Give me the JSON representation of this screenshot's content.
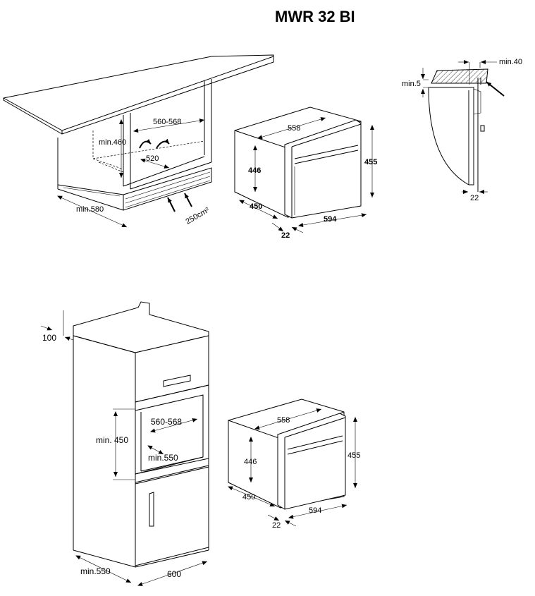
{
  "title": "MWR 32 BI",
  "top_left_install": {
    "cutout_width": "560-568",
    "height_min": "min.460",
    "depth": "520",
    "floor_depth_min": "min.580",
    "ventilation_area": "250cm²"
  },
  "top_oven": {
    "width_depth": "558",
    "inner_height": "446",
    "outer_height": "455",
    "depth": "450",
    "front_width": "594",
    "front_thickness": "22"
  },
  "side_profile": {
    "top_gap": "min.40",
    "side_gap": "min.5",
    "front_thickness": "22"
  },
  "column_install": {
    "top_gap": "100",
    "cutout_width": "560-568",
    "height_min": "min. 450",
    "depth_min": "min.550",
    "base_depth_min": "min.550",
    "column_width": "600"
  },
  "bottom_oven": {
    "width_depth": "558",
    "inner_height": "446",
    "outer_height": "455",
    "depth": "450",
    "front_width": "594",
    "front_thickness": "22"
  }
}
